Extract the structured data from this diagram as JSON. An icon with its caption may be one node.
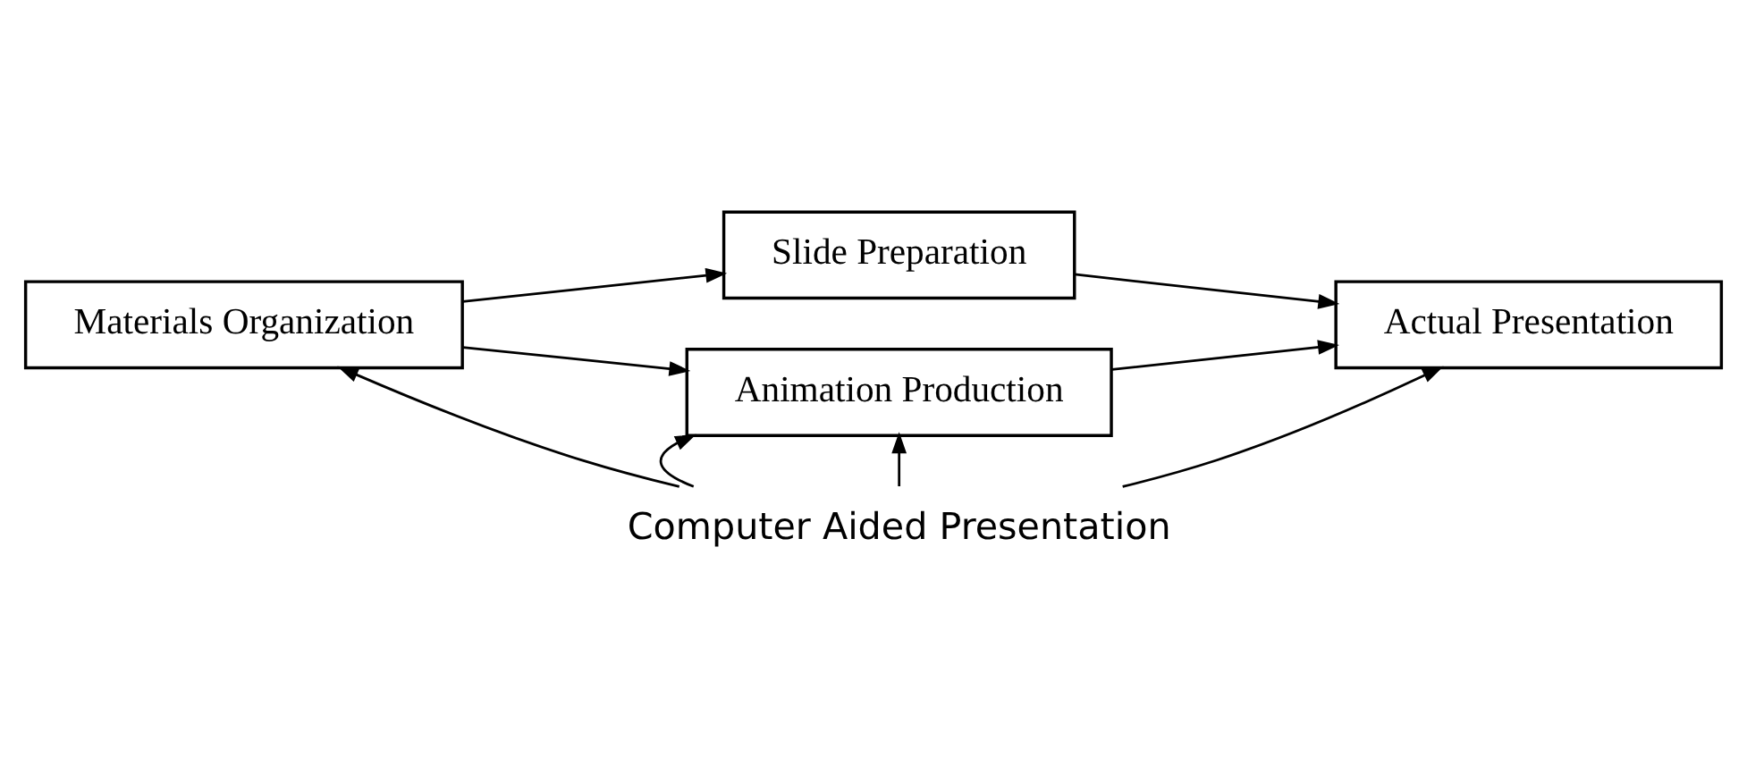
{
  "diagram": {
    "nodes": [
      {
        "text": [
          "Materials Organization"
        ]
      },
      {
        "text": [
          "Slide Preparation"
        ]
      },
      {
        "text": [
          "Animation Production"
        ]
      },
      {
        "text": [
          "Actual Presentation"
        ]
      },
      {
        "text": [
          "Computer Aided Presentation"
        ]
      }
    ],
    "edges": [
      {
        "from": 0,
        "to": 1,
        "arrow": "to"
      },
      {
        "from": 0,
        "to": 2,
        "arrow": "to"
      },
      {
        "from": 1,
        "to": 3,
        "arrow": "to"
      },
      {
        "from": 2,
        "to": 3,
        "arrow": "to"
      },
      {
        "from": 4,
        "to": 0,
        "arrow": "to"
      },
      {
        "from": 4,
        "to": 2,
        "arrow": "to"
      },
      {
        "from": 4,
        "to": 2,
        "arrow": "to"
      },
      {
        "from": 4,
        "to": 3,
        "arrow": "to"
      }
    ]
  }
}
